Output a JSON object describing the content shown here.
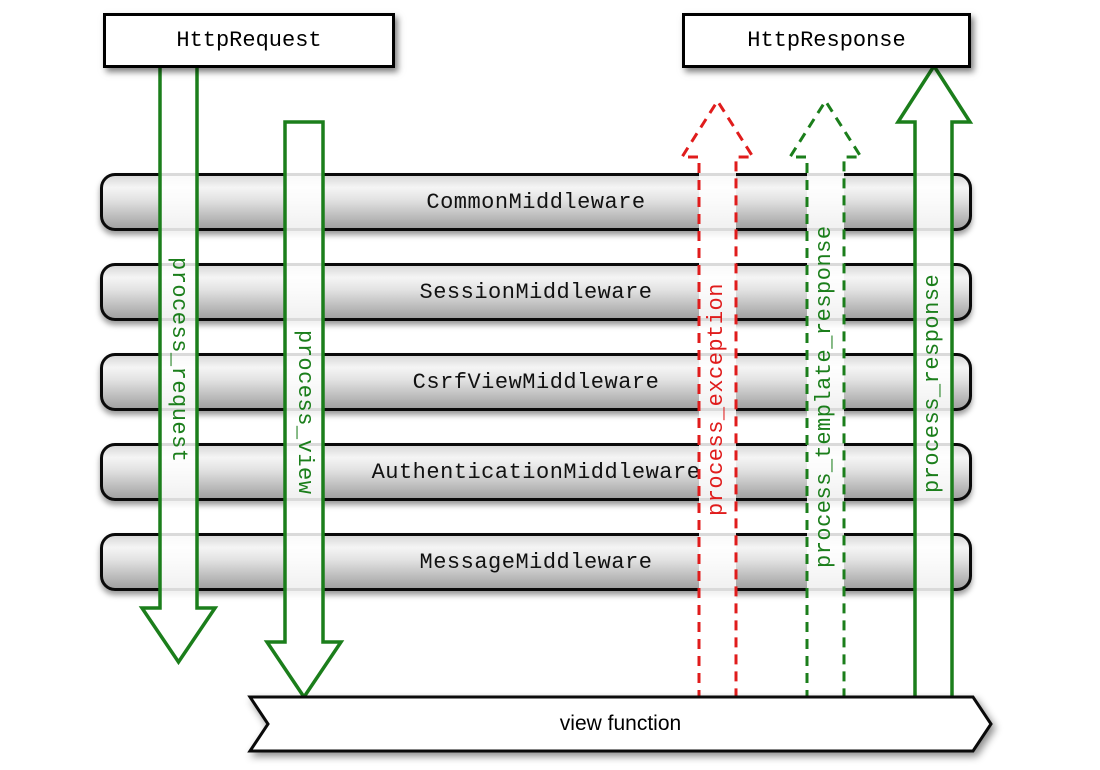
{
  "nodes": {
    "http_request": {
      "label": "HttpRequest"
    },
    "http_response": {
      "label": "HttpResponse"
    },
    "view_function": {
      "label": "view function"
    }
  },
  "middleware_layers": [
    {
      "label": "CommonMiddleware"
    },
    {
      "label": "SessionMiddleware"
    },
    {
      "label": "CsrfViewMiddleware"
    },
    {
      "label": "AuthenticationMiddleware"
    },
    {
      "label": "MessageMiddleware"
    }
  ],
  "arrows": [
    {
      "label": "process_request",
      "direction": "down",
      "style": "solid",
      "color": "#1b7e1b"
    },
    {
      "label": "process_view",
      "direction": "down",
      "style": "solid",
      "color": "#1b7e1b"
    },
    {
      "label": "process_exception",
      "direction": "up",
      "style": "dashed",
      "color": "#e01c1c"
    },
    {
      "label": "process_template_response",
      "direction": "up",
      "style": "dashed",
      "color": "#1b7e1b"
    },
    {
      "label": "process_response",
      "direction": "up",
      "style": "solid",
      "color": "#1b7e1b"
    }
  ],
  "colors": {
    "arrow_green": "#1b7e1b",
    "arrow_red": "#e01c1c",
    "bar_border": "#0a0a0a",
    "node_background": "#ffffff"
  }
}
